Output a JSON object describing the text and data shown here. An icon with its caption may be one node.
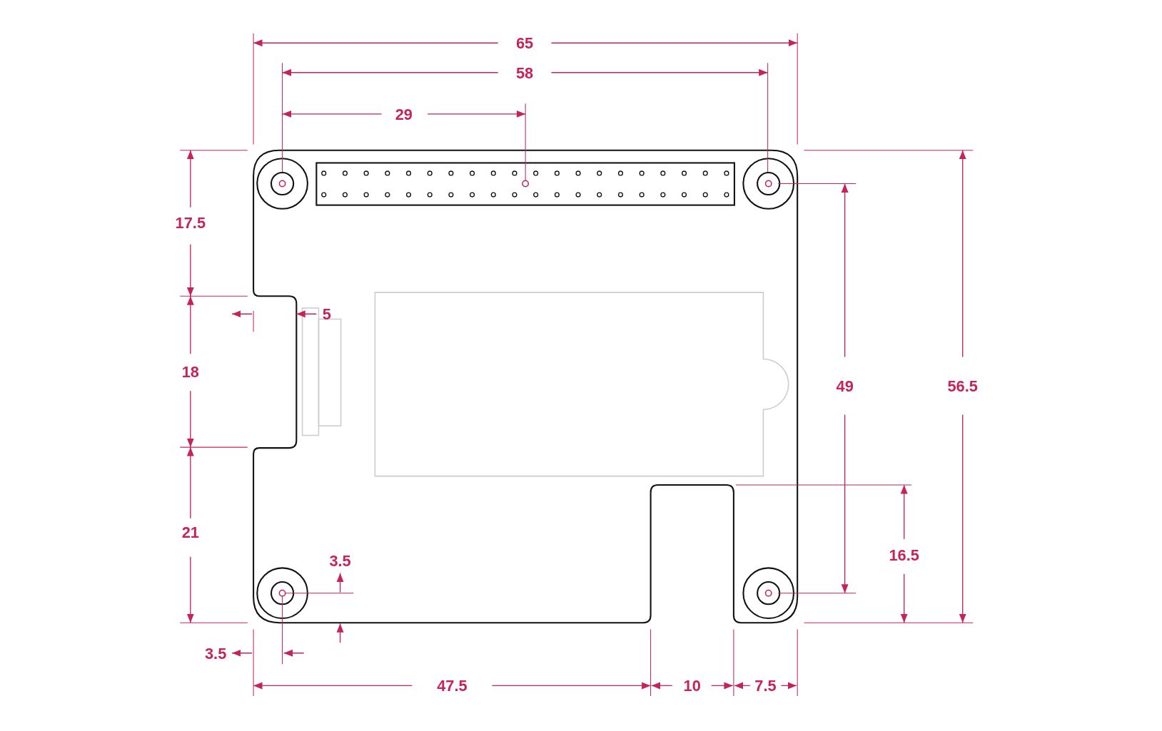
{
  "diagram": {
    "labels": [
      "65",
      "58",
      "29",
      "17.5",
      "5",
      "18",
      "49",
      "56.5",
      "21",
      "16.5",
      "3.5",
      "3.5",
      "47.5",
      "10",
      "7.5"
    ]
  }
}
